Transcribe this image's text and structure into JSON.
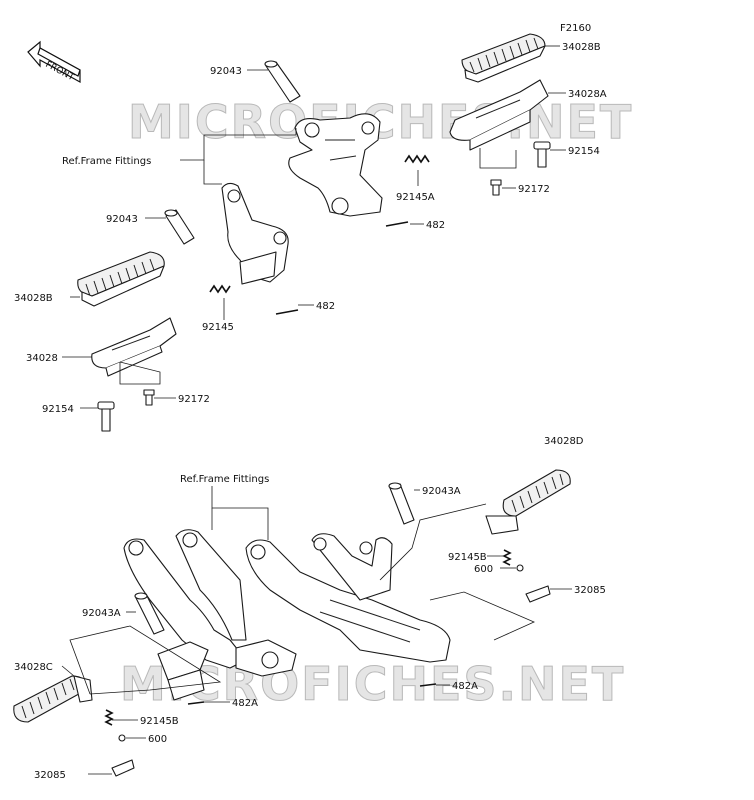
{
  "diagram_id": "F2160",
  "front_label": "FRONT",
  "watermark": "MICROFICHES.NET",
  "labels": {
    "p92043_top": "92043",
    "p34028B_tr": "34028B",
    "p34028A": "34028A",
    "p92154_tr": "92154",
    "p92172_tr": "92172",
    "p92145A": "92145A",
    "p482_top": "482",
    "ref_frame_1": "Ref.Frame Fittings",
    "p92043_mid": "92043",
    "p482_mid": "482",
    "p92145": "92145",
    "p34028B_l": "34028B",
    "p34028": "34028",
    "p92154_l": "92154",
    "p92172_l": "92172",
    "p34028D": "34028D",
    "ref_frame_2": "Ref.Frame Fittings",
    "p92043A_r": "92043A",
    "p92145B_r": "92145B",
    "p600_r": "600",
    "p32085_r": "32085",
    "p92043A_l": "92043A",
    "p482A_r": "482A",
    "p482A_l": "482A",
    "p34028C": "34028C",
    "p92145B_l": "92145B",
    "p600_l": "600",
    "p32085_l": "32085"
  }
}
